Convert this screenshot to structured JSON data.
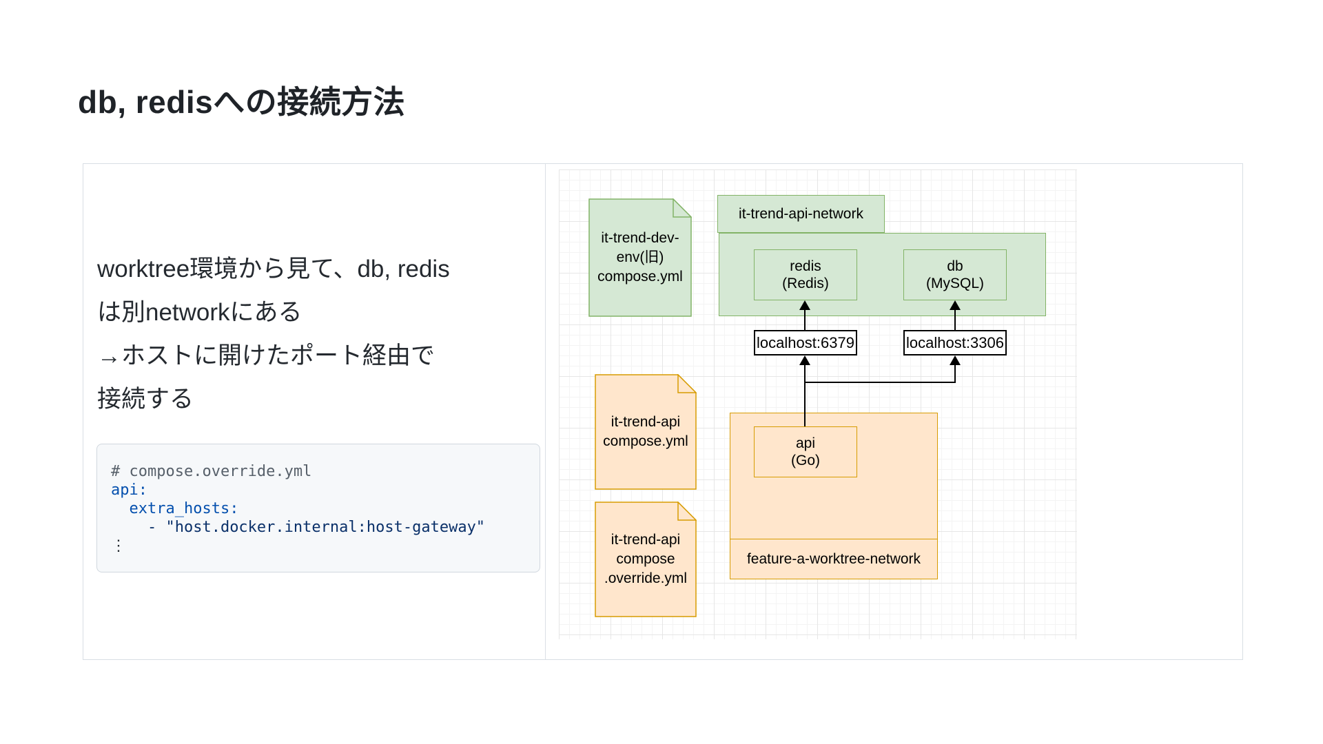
{
  "page": {
    "title": "db, redisへの接続方法"
  },
  "left": {
    "paragraph": {
      "line1": "worktree環境から見て、db, redis",
      "line2": "は別networkにある",
      "line3": "→ホストに開けたポート経由で",
      "line4": "接続する"
    },
    "code": {
      "l1_comment": "# compose.override.yml",
      "l2_key": "api:",
      "l3_indent": "  ",
      "l3_key": "extra_hosts:",
      "l4_indent": "    ",
      "l4_value": "- \"host.docker.internal:host-gateway\"",
      "l5_ellipsis": "⋮"
    }
  },
  "diagram": {
    "green_note": {
      "line1": "it-trend-dev-",
      "line2": "env(旧)",
      "line3": "compose.yml"
    },
    "api_network_label": "it-trend-api-network",
    "nodes": {
      "redis": {
        "line1": "redis",
        "line2": "(Redis)"
      },
      "db": {
        "line1": "db",
        "line2": "(MySQL)"
      },
      "api": {
        "line1": "api",
        "line2": "(Go)"
      }
    },
    "port_labels": {
      "redis": "localhost:6379",
      "db": "localhost:3306"
    },
    "orange_note_a": {
      "line1": "it-trend-api",
      "line2": "compose.yml"
    },
    "orange_note_b": {
      "line1": "it-trend-api",
      "line2": "compose",
      "line3": ".override.yml"
    },
    "worktree_network_label": "feature-a-worktree-network",
    "colors": {
      "green_fill": "#d5e8d4",
      "green_stroke": "#82b366",
      "orange_fill": "#ffe6cc",
      "orange_stroke": "#d79b00"
    }
  }
}
